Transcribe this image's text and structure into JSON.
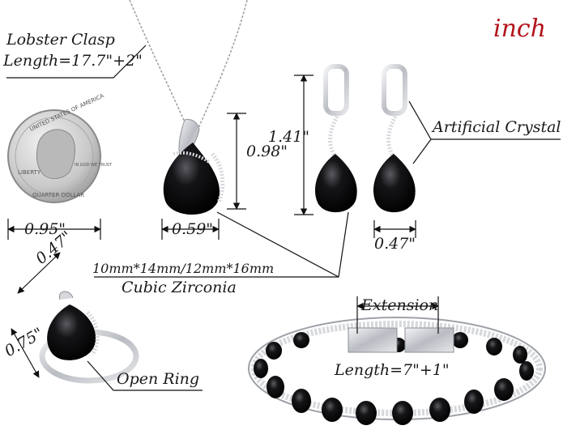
{
  "labels": {
    "unit": "inch",
    "clasp_line1": "Lobster Clasp",
    "clasp_line2": "Length=17.7\"+2\"",
    "crystal": "Artificial Crystal",
    "stone_sizes": "10mm*14mm/12mm*16mm",
    "stone_type": "Cubic Zirconia",
    "open_ring": "Open Ring",
    "extension": "Extension",
    "bracelet_length": "Length=7\"+1\""
  },
  "dimensions": {
    "coin_width": "0.95\"",
    "pendant_width": "0.59\"",
    "pendant_height": "0.98\"",
    "earring_height": "1.41\"",
    "earring_width": "0.47\"",
    "ring_width": "0.47\"",
    "ring_height": "0.75\""
  },
  "coin_text": {
    "top": "UNITED STATES OF AMERICA",
    "liberty": "LIBERTY",
    "motto": "IN GOD WE TRUST",
    "bottom": "QUARTER DOLLAR"
  },
  "colors": {
    "unit_red": "#b3141b",
    "silver": "#c9ccd1",
    "stone": "#0b0b0d"
  }
}
